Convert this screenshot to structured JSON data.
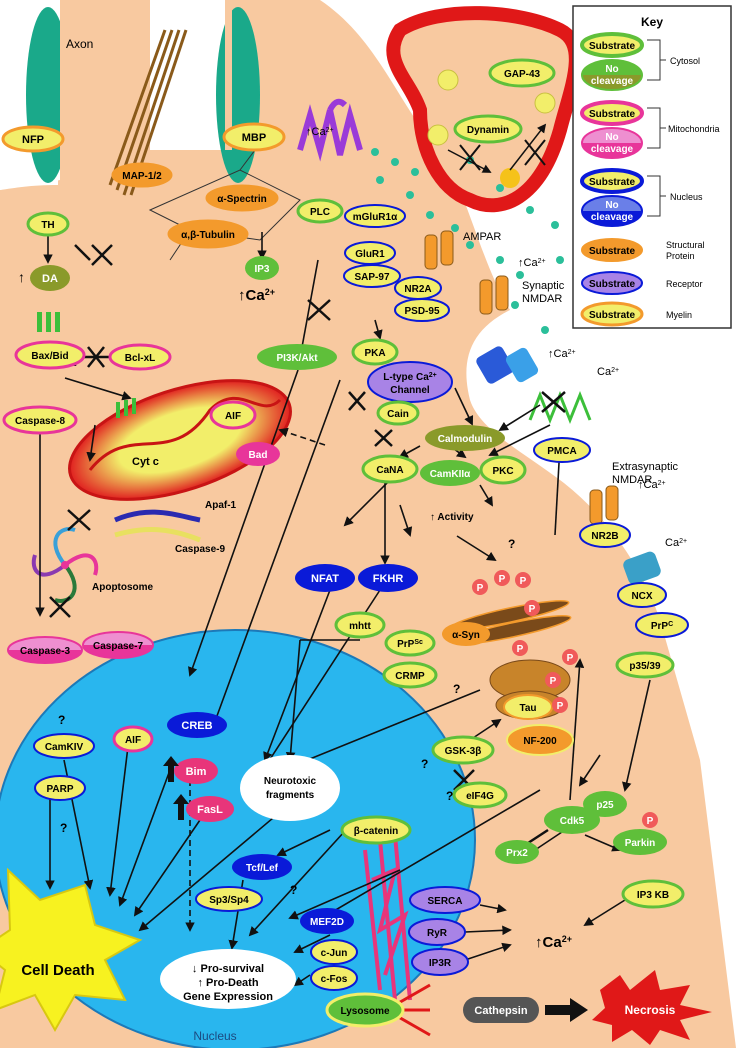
{
  "axon_label": "Axon",
  "nucleus_label": "Nucleus",
  "key": {
    "title": "Key",
    "substrate": "Substrate",
    "no_cleavage_1": "No",
    "no_cleavage_2": "cleavage",
    "cytosol": "Cytosol",
    "mitochondria": "Mitochondria",
    "nucleus": "Nucleus",
    "structural_1": "Structural",
    "structural_2": "Protein",
    "receptor": "Receptor",
    "myelin": "Myelin"
  },
  "colors": {
    "neuron": "#f8c9a0",
    "nucleus": "#29b6ee",
    "cytosol_green": "#5fbf3a",
    "cytosol_olive": "#8a9a2a",
    "substrate_yellow": "#f2ee6a",
    "mito_pink": "#e8359a",
    "nuclear_blue": "#0a1ad8",
    "structural_orange": "#f39a2c",
    "receptor_purple": "#a883e6",
    "myelin_teal": "#1aa98a",
    "mito_red": "#e02020",
    "presynaptic_red": "#e01818",
    "calcium_dot": "#2bbf9a"
  },
  "labels": {
    "nfp": "NFP",
    "mbp": "MBP",
    "map12": "MAP-1/2",
    "a_spectrin": "α-Spectrin",
    "ab_tubulin": "α,β-Tubulin",
    "plc": "PLC",
    "mglur1a": "mGluR1α",
    "glur1": "GluR1",
    "sap97": "SAP-97",
    "ip3": "IP3",
    "nr2a": "NR2A",
    "psd95": "PSD-95",
    "pka": "PKA",
    "th": "TH",
    "da": "DA",
    "bax_bid": "Bax/Bid",
    "bcl_xl": "Bcl-xL",
    "pi3k_akt": "PI3K/Akt",
    "gap43": "GAP-43",
    "dynamin": "Dynamin",
    "caspase8": "Caspase-8",
    "aif_mito": "AIF",
    "cyt_c": "Cyt c",
    "bad": "Bad",
    "apaf1": "Apaf-1",
    "caspase9": "Caspase-9",
    "apoptosome": "Apoptosome",
    "caspase3": "Caspase-3",
    "caspase7": "Caspase-7",
    "l_type_1": "L-type Ca",
    "l_type_2": "Channel",
    "cain": "Cain",
    "calmodulin": "Calmodulin",
    "cana": "CaNA",
    "camk2a": "CamKIIα",
    "pkc": "PKC",
    "pmca": "PMCA",
    "activity": "Activity",
    "nr2b": "NR2B",
    "ncx": "NCX",
    "nfat": "NFAT",
    "fkhr": "FKHR",
    "a_syn": "α-Syn",
    "prpc": "PrP",
    "prpc_sup": "C",
    "mhtt": "mhtt",
    "prpsc": "PrP",
    "prpsc_sup": "Sc",
    "crmp": "CRMP",
    "tau": "Tau",
    "p3539": "p35/39",
    "nf200": "NF-200",
    "gsk3b": "GSK-3β",
    "eif4g": "eIF4G",
    "p25": "p25",
    "cdk5": "Cdk5",
    "parkin": "Parkin",
    "prx2": "Prx2",
    "camkiv": "CamKIV",
    "aif_nuc": "AIF",
    "creb": "CREB",
    "bim": "Bim",
    "fasl": "FasL",
    "parp": "PARP",
    "neurotoxic_1": "Neurotoxic",
    "neurotoxic_2": "fragments",
    "b_catenin": "β-catenin",
    "tcf_lef": "Tcf/Lef",
    "sp3_sp4": "Sp3/Sp4",
    "mef2d": "MEF2D",
    "c_jun": "c-Jun",
    "c_fos": "c-Fos",
    "serca": "SERCA",
    "ryr": "RyR",
    "ip3r": "IP3R",
    "ip3kb": "IP3 KB",
    "cell_death": "Cell Death",
    "pro_survival": "Pro-survival",
    "pro_death": "Pro-Death",
    "gene_expression": "Gene Expression",
    "lysosome": "Lysosome",
    "cathepsin": "Cathepsin",
    "necrosis": "Necrosis",
    "ampar": "AMPAR",
    "synaptic": "Synaptic",
    "nmdar": "NMDAR",
    "extrasynaptic": "Extrasynaptic",
    "ca": "Ca",
    "ca_sup": "2+",
    "p": "P",
    "q": "?"
  }
}
